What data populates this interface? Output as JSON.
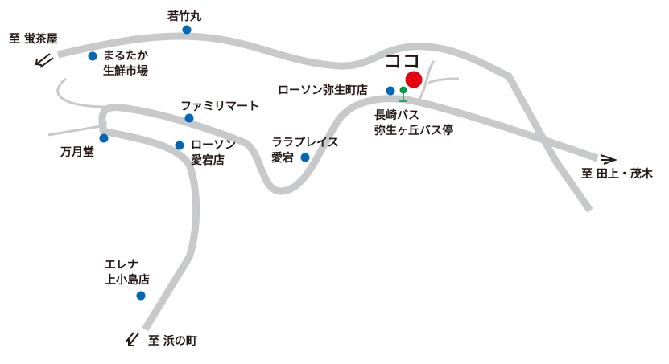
{
  "colors": {
    "road": "#c8c9ca",
    "store": "#0068b7",
    "bus_stop": "#009944",
    "here": "#e60012",
    "text": "#231815"
  },
  "here_label": "ココ",
  "directions": [
    {
      "label": "至 蛍茶屋",
      "icon": "arrow-left-down-icon"
    },
    {
      "label": "至 田上・茂木",
      "icon": "arrow-right-icon"
    },
    {
      "label": "至 浜の町",
      "icon": "arrow-down-left-icon"
    }
  ],
  "landmarks": [
    {
      "line1": "若竹丸"
    },
    {
      "line1": "まるたか",
      "line2": "生鮮市場"
    },
    {
      "line1": "ファミリマート"
    },
    {
      "line1": "万月堂"
    },
    {
      "line1": "ローソン",
      "line2": "愛宕店"
    },
    {
      "line1": "ララプレイス",
      "line2": "愛宕"
    },
    {
      "line1": "ローソン弥生町店"
    },
    {
      "line1": "エレナ",
      "line2": "上小島店"
    }
  ],
  "bus_stop": {
    "line1": "長崎バス",
    "line2": "弥生ヶ丘バス停"
  }
}
